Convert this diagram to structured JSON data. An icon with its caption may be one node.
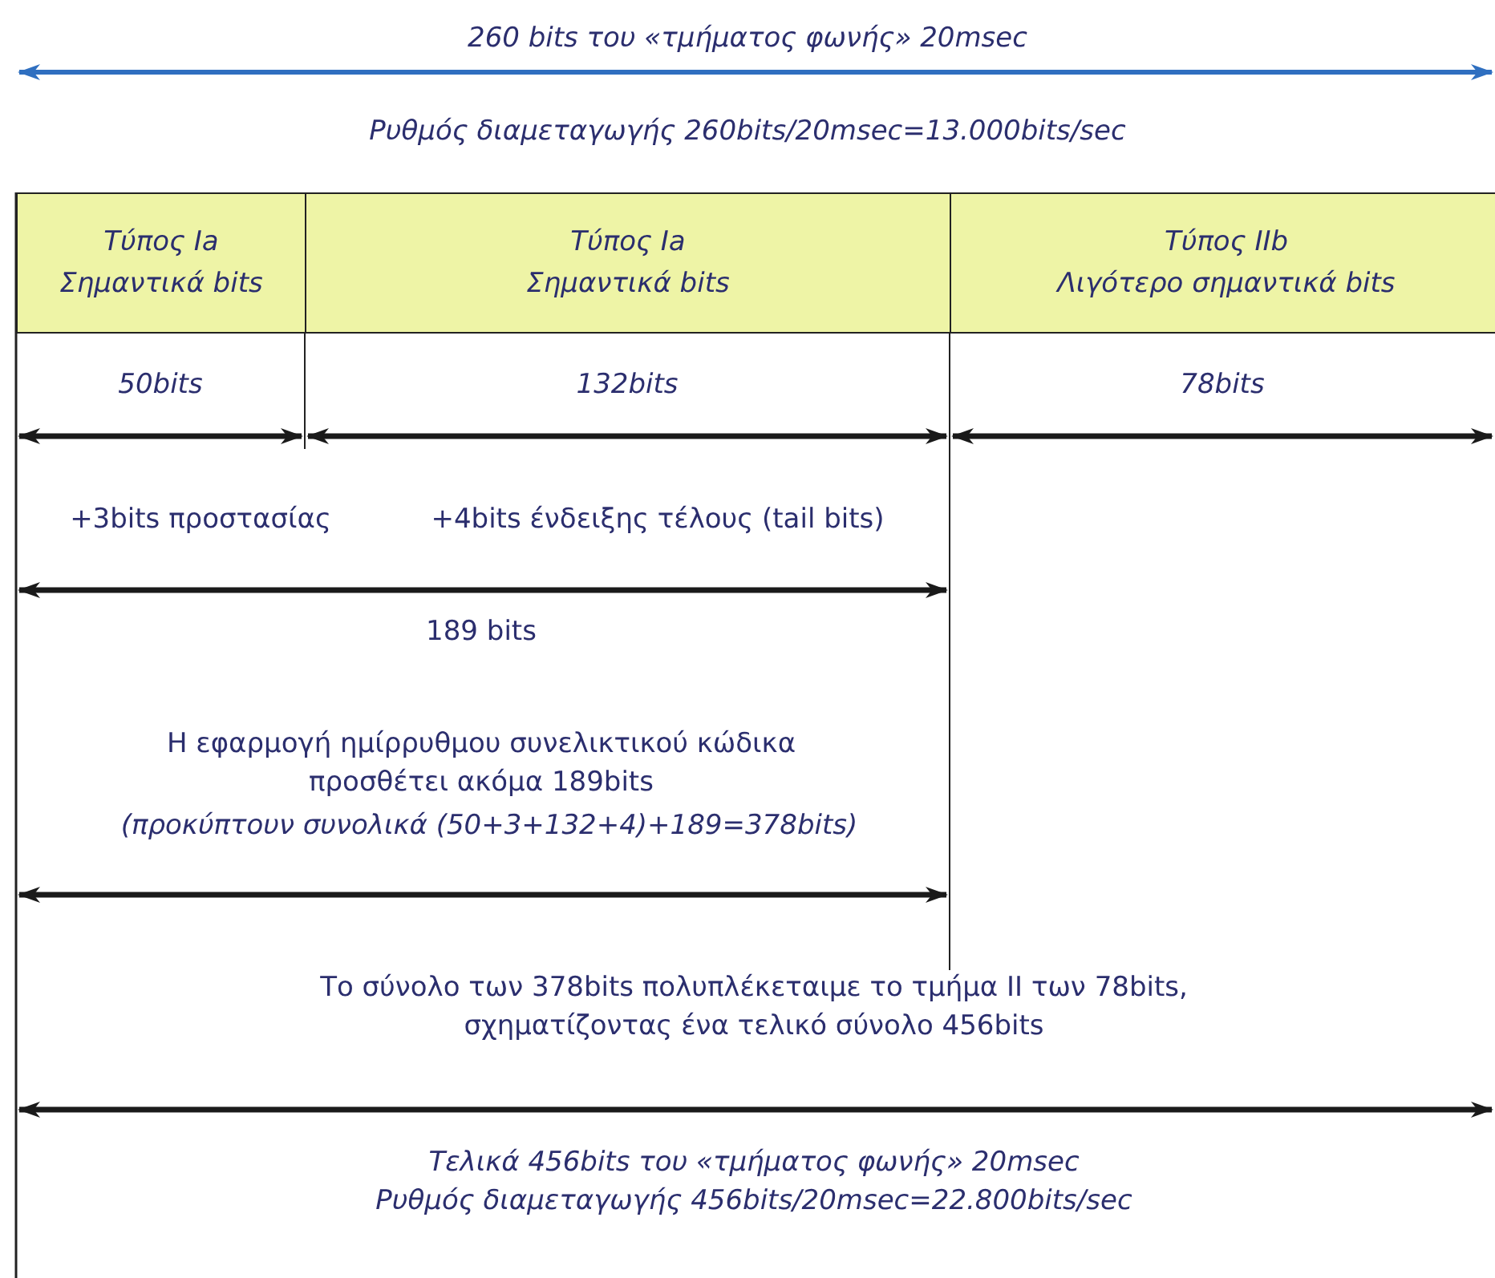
{
  "diagram": {
    "nodes": [
      {
        "text": [
          "Τύπος Ia",
          "Σημαντικά bits"
        ]
      },
      {
        "text": [
          "Τύπος Ia",
          "Σημαντικά bits"
        ]
      },
      {
        "text": [
          "Τύπος IIb",
          "Λιγότερο σημαντικά bits"
        ]
      }
    ],
    "edges": [],
    "labels": [
      "260 bits του «τμήματος φωνής» 20msec",
      "Ρυθμός διαμεταγωγής 260bits/20msec=13.000bits/sec",
      "50bits",
      "132bits",
      "78bits",
      "+3bits προστασίας",
      "+4bits ένδειξης τέλους (tail bits)",
      "189 bits",
      "Η εφαρμογή ημίρρυθμου συνελικτικού κώδικα προσθέτει ακόμα 189bits",
      "(προκύπτουν συνολικά (50+3+132+4)+189=378bits)",
      "Το σύνολο των 378bits πολυπλέκεταιμε το τμήμα II των 78bits, σχηματίζοντας ένα τελικό σύνολο 456bits",
      "Τελικά 456bits του «τμήματος φωνής» 20msec",
      "Ρυθμός διαμεταγωγής 456bits/20msec=22.800bits/sec"
    ]
  }
}
